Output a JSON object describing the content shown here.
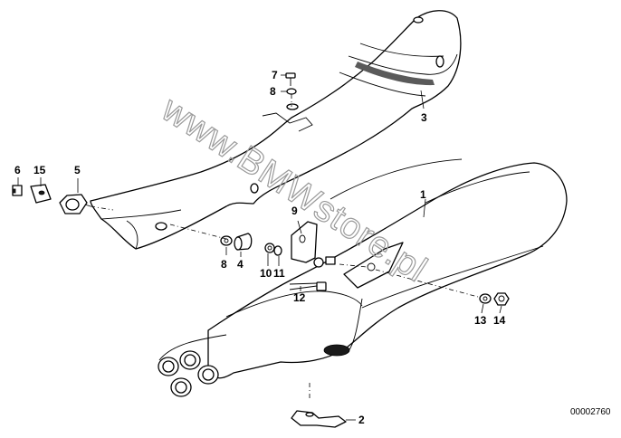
{
  "diagram": {
    "callouts": [
      "1",
      "2",
      "3",
      "4",
      "5",
      "6",
      "7",
      "8",
      "8",
      "9",
      "10",
      "11",
      "12",
      "13",
      "14",
      "15"
    ],
    "drawing_number": "00002760",
    "watermark": "www.BMWstore.pl"
  },
  "parts": [
    {
      "id": "exhaust-heat-shield",
      "callout": "3"
    },
    {
      "id": "rear-silencer",
      "callout": "1"
    },
    {
      "id": "clamp-bracket",
      "callout": "2"
    },
    {
      "id": "mounting-bracket",
      "callout": "9"
    },
    {
      "id": "screw-top",
      "callout": "7"
    },
    {
      "id": "washer-top",
      "callout": "8"
    },
    {
      "id": "washer-left",
      "callout": "8"
    },
    {
      "id": "spacer-bush",
      "callout": "4"
    },
    {
      "id": "nut-left",
      "callout": "5"
    },
    {
      "id": "clip",
      "callout": "6"
    },
    {
      "id": "clip-plate",
      "callout": "15"
    },
    {
      "id": "washer-10",
      "callout": "10"
    },
    {
      "id": "washer-11",
      "callout": "11"
    },
    {
      "id": "bolt-12",
      "callout": "12"
    },
    {
      "id": "washer-13",
      "callout": "13"
    },
    {
      "id": "nut-14",
      "callout": "14"
    }
  ]
}
